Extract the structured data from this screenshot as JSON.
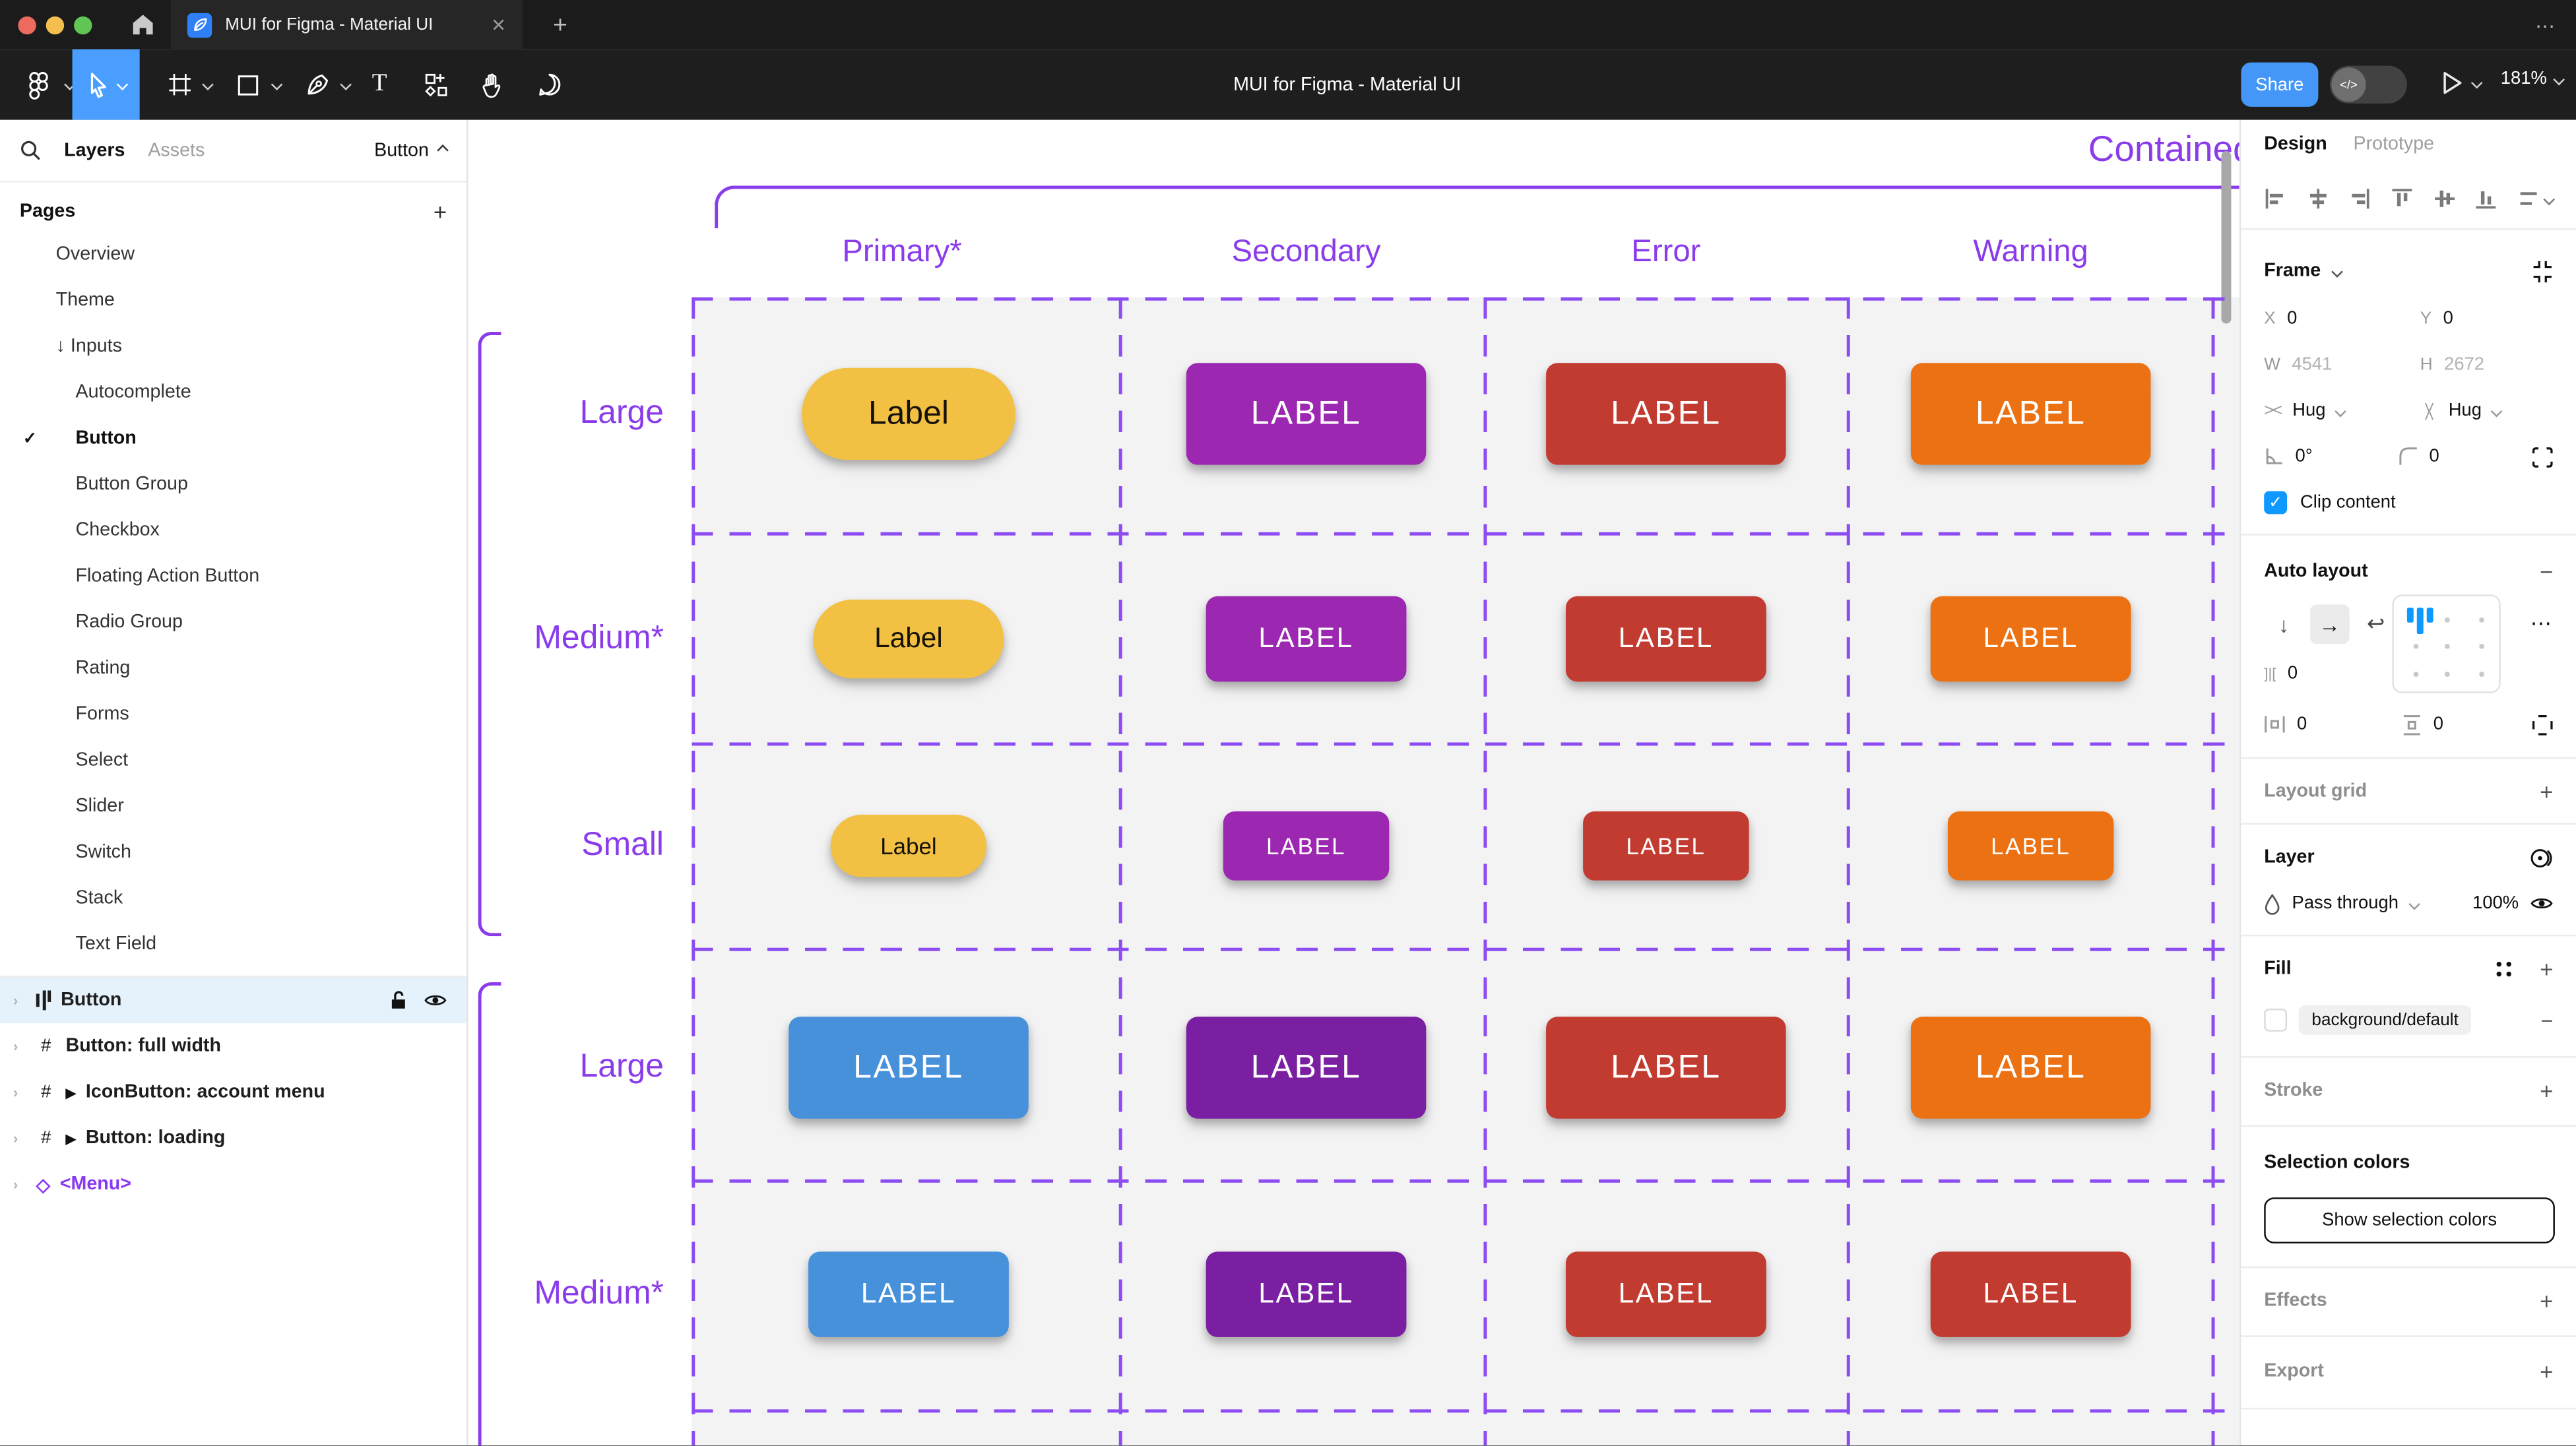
{
  "window": {
    "tab_title": "MUI for Figma - Material UI",
    "close_label": "✕",
    "new_tab_label": "+",
    "menu_dots": "⋯",
    "traffic_colors": {
      "red": "#ec6a5e",
      "yellow": "#f4bf4f",
      "green": "#61c554"
    }
  },
  "toolbar": {
    "doc_title": "MUI for Figma - Material UI",
    "share_label": "Share",
    "dev_toggle_label": "</>",
    "zoom_level": "181%"
  },
  "left_panel": {
    "tabs": {
      "layers": "Layers",
      "assets": "Assets"
    },
    "component_selector": "Button",
    "pages_title": "Pages",
    "add_label": "+",
    "pages": [
      {
        "label": "Overview",
        "level": 1
      },
      {
        "label": "Theme",
        "level": 1
      },
      {
        "label": "Inputs",
        "level": 1,
        "prefix": "↓"
      },
      {
        "label": "Autocomplete",
        "level": 2
      },
      {
        "label": "Button",
        "level": 2,
        "checked": true,
        "bold": true
      },
      {
        "label": "Button Group",
        "level": 2
      },
      {
        "label": "Checkbox",
        "level": 2
      },
      {
        "label": "Floating Action Button",
        "level": 2
      },
      {
        "label": "Radio Group",
        "level": 2
      },
      {
        "label": "Rating",
        "level": 2
      },
      {
        "label": "Forms",
        "level": 2
      },
      {
        "label": "Select",
        "level": 2
      },
      {
        "label": "Slider",
        "level": 2
      },
      {
        "label": "Switch",
        "level": 2
      },
      {
        "label": "Stack",
        "level": 2
      },
      {
        "label": "Text Field",
        "level": 2
      }
    ],
    "layers": [
      {
        "label": "Button",
        "icon": "autolayout",
        "selected": true
      },
      {
        "label": "Button: full width",
        "icon": "frame"
      },
      {
        "label": "IconButton: account menu",
        "icon": "frame",
        "instance": true
      },
      {
        "label": "Button: loading",
        "icon": "frame",
        "instance": true
      },
      {
        "label": "<Menu>",
        "icon": "component",
        "component": true
      }
    ]
  },
  "canvas": {
    "heading": "Contained",
    "accent_color": "#8a3ceb",
    "columns": [
      "Primary*",
      "Secondary",
      "Error",
      "Warning"
    ],
    "rows": [
      {
        "label": "Large",
        "size": "lg",
        "cells": [
          {
            "text": "Label",
            "bg": "#f2c144",
            "fg": "#171207",
            "shape": "pill"
          },
          {
            "text": "LABEL",
            "bg": "#9c27b0",
            "fg": "#ffffff",
            "shape": "rect"
          },
          {
            "text": "LABEL",
            "bg": "#c23b30",
            "fg": "#ffffff",
            "shape": "rect"
          },
          {
            "text": "LABEL",
            "bg": "#ec7112",
            "fg": "#ffffff",
            "shape": "rect"
          }
        ]
      },
      {
        "label": "Medium*",
        "size": "md",
        "cells": [
          {
            "text": "Label",
            "bg": "#f2c144",
            "fg": "#171207",
            "shape": "pill"
          },
          {
            "text": "LABEL",
            "bg": "#9c27b0",
            "fg": "#ffffff",
            "shape": "rect"
          },
          {
            "text": "LABEL",
            "bg": "#c23b30",
            "fg": "#ffffff",
            "shape": "rect"
          },
          {
            "text": "LABEL",
            "bg": "#ec7112",
            "fg": "#ffffff",
            "shape": "rect"
          }
        ]
      },
      {
        "label": "Small",
        "size": "sm",
        "cells": [
          {
            "text": "Label",
            "bg": "#f2c144",
            "fg": "#171207",
            "shape": "pill"
          },
          {
            "text": "LABEL",
            "bg": "#9c27b0",
            "fg": "#ffffff",
            "shape": "rect"
          },
          {
            "text": "LABEL",
            "bg": "#c23b30",
            "fg": "#ffffff",
            "shape": "rect"
          },
          {
            "text": "LABEL",
            "bg": "#ec7112",
            "fg": "#ffffff",
            "shape": "rect"
          }
        ]
      },
      {
        "label": "Large",
        "size": "lg",
        "cells": [
          {
            "text": "LABEL",
            "bg": "#4791db",
            "fg": "#ffffff",
            "shape": "rect"
          },
          {
            "text": "LABEL",
            "bg": "#7b1fa2",
            "fg": "#ffffff",
            "shape": "rect"
          },
          {
            "text": "LABEL",
            "bg": "#c23b30",
            "fg": "#ffffff",
            "shape": "rect"
          },
          {
            "text": "LABEL",
            "bg": "#ec7112",
            "fg": "#ffffff",
            "shape": "rect"
          }
        ]
      },
      {
        "label": "Medium*",
        "size": "md",
        "cells": [
          {
            "text": "LABEL",
            "bg": "#4791db",
            "fg": "#ffffff",
            "shape": "rect"
          },
          {
            "text": "LABEL",
            "bg": "#7b1fa2",
            "fg": "#ffffff",
            "shape": "rect"
          },
          {
            "text": "LABEL",
            "bg": "#c23b30",
            "fg": "#ffffff",
            "shape": "rect"
          },
          {
            "text": "LABEL",
            "bg": "#c23b30",
            "fg": "#ffffff",
            "shape": "rect"
          }
        ]
      }
    ]
  },
  "right_panel": {
    "tabs": {
      "design": "Design",
      "prototype": "Prototype"
    },
    "frame": {
      "title": "Frame",
      "x_label": "X",
      "x": "0",
      "y_label": "Y",
      "y": "0",
      "w_label": "W",
      "w": "4541",
      "h_label": "H",
      "h": "2672",
      "h_sizing": "Hug",
      "v_sizing": "Hug",
      "rotation": "0°",
      "radius": "0",
      "clip_label": "Clip content"
    },
    "auto_layout": {
      "title": "Auto layout",
      "minus": "−",
      "gap": "0",
      "padding_h": "0",
      "padding_v": "0",
      "more": "⋯"
    },
    "layout_grid": {
      "title": "Layout grid",
      "add": "+"
    },
    "layer": {
      "title": "Layer",
      "blend_mode": "Pass through",
      "opacity": "100%"
    },
    "fill": {
      "title": "Fill",
      "value": "background/default",
      "remove": "−",
      "add": "+"
    },
    "stroke": {
      "title": "Stroke",
      "add": "+"
    },
    "selection_colors": {
      "title": "Selection colors",
      "button_label": "Show selection colors"
    },
    "effects": {
      "title": "Effects",
      "add": "+"
    },
    "export": {
      "title": "Export",
      "add": "+"
    },
    "accent_blue": "#0d99ff"
  }
}
